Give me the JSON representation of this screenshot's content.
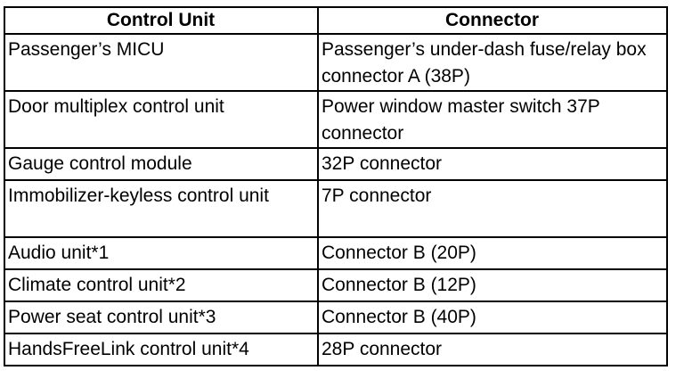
{
  "table": {
    "headers": [
      "Control Unit",
      "Connector"
    ],
    "rows": [
      {
        "unit": "Passenger’s MICU",
        "connector": "Passenger’s under-dash fuse/relay box connector A (38P)"
      },
      {
        "unit": "Door multiplex control unit",
        "connector": "Power window master switch 37P connector"
      },
      {
        "unit": "Gauge control module",
        "connector": "32P connector"
      },
      {
        "unit": "Immobilizer-keyless control unit",
        "connector": "7P connector"
      },
      {
        "unit": "Audio unit*1",
        "connector": "Connector B (20P)"
      },
      {
        "unit": "Climate control unit*2",
        "connector": "Connector B (12P)"
      },
      {
        "unit": "Power seat control unit*3",
        "connector": "Connector B (40P)"
      },
      {
        "unit": "HandsFreeLink control unit*4",
        "connector": "28P connector"
      }
    ]
  }
}
